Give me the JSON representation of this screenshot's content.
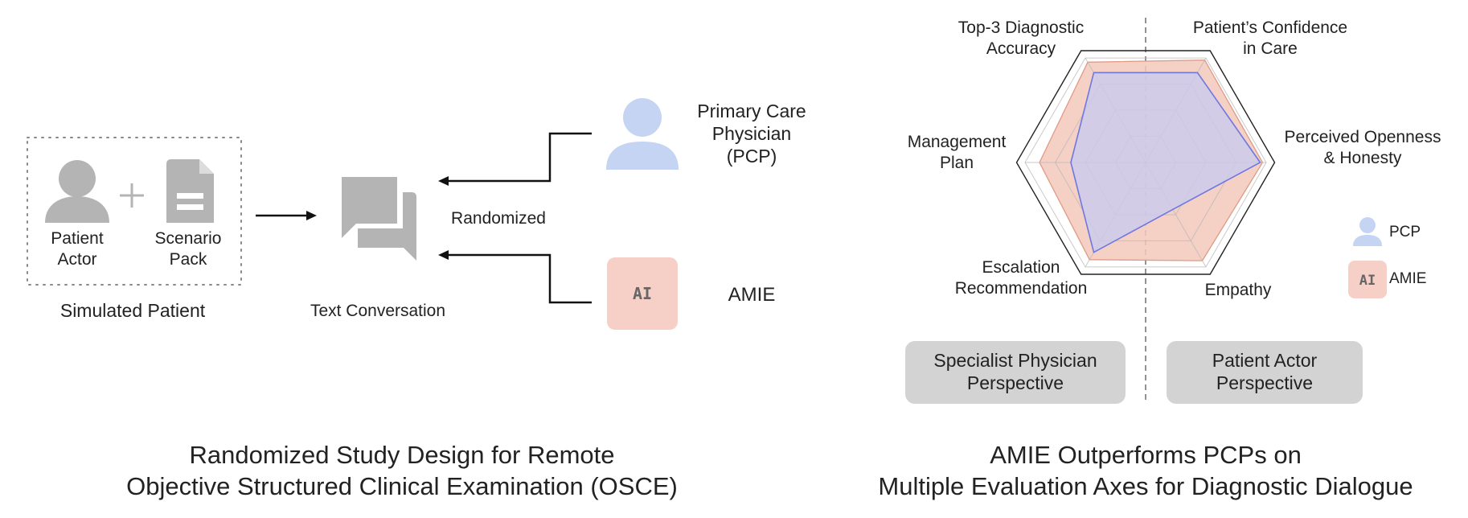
{
  "left_panel": {
    "patient_actor_label": "Patient\nActor",
    "scenario_pack_label": "Scenario\nPack",
    "simulated_patient_label": "Simulated Patient",
    "text_conversation_label": "Text Conversation",
    "randomized_label": "Randomized",
    "pcp_label": "Primary Care\nPhysician\n(PCP)",
    "amie_label": "AMIE",
    "ai_badge": "AI",
    "caption": "Randomized Study Design for Remote\nObjective Structured Clinical Examination (OSCE)"
  },
  "right_panel": {
    "axes": {
      "top_left": "Top-3 Diagnostic\nAccuracy",
      "top_right": "Patient’s Confidence\nin Care",
      "upper_left": "Management\nPlan",
      "upper_right": "Perceived Openness\n& Honesty",
      "lower_left": "Escalation\nRecommendation",
      "lower_right": "Empathy"
    },
    "legend": {
      "pcp": "PCP",
      "amie": "AMIE",
      "ai_badge": "AI"
    },
    "specialist_perspective": "Specialist Physician\nPerspective",
    "patient_perspective": "Patient Actor\nPerspective",
    "caption": "AMIE Outperforms PCPs on\nMultiple Evaluation Axes for Diagnostic Dialogue"
  },
  "chart_data": {
    "type": "radar",
    "axes": [
      "Top-3 Diagnostic Accuracy",
      "Patient’s Confidence in Care",
      "Perceived Openness & Honesty",
      "Empathy",
      "Escalation Recommendation",
      "Management Plan"
    ],
    "series": [
      {
        "name": "AMIE",
        "values": [
          0.96,
          0.98,
          0.97,
          0.94,
          0.93,
          0.88
        ]
      },
      {
        "name": "PCP",
        "values": [
          0.86,
          0.86,
          0.95,
          0.45,
          0.86,
          0.62
        ]
      }
    ],
    "range": [
      0,
      1
    ],
    "grid_levels": 4,
    "legend": "right"
  },
  "colors": {
    "icon_gray": "#b4b4b4",
    "pcp_blue": "#c5d4f3",
    "amie_pink": "#f6d0c6",
    "amie_fill": "#f3c8bb",
    "pcp_fill": "#c9cbef",
    "pcp_stroke": "#6f78e0",
    "amie_stroke": "#e09a86",
    "grid": "#b8b8b8",
    "pill": "#d3d3d3"
  },
  "icons": [
    "person-icon",
    "plus-icon",
    "document-icon",
    "chat-icon",
    "person-icon",
    "ai-badge-icon",
    "arrow-icon"
  ]
}
